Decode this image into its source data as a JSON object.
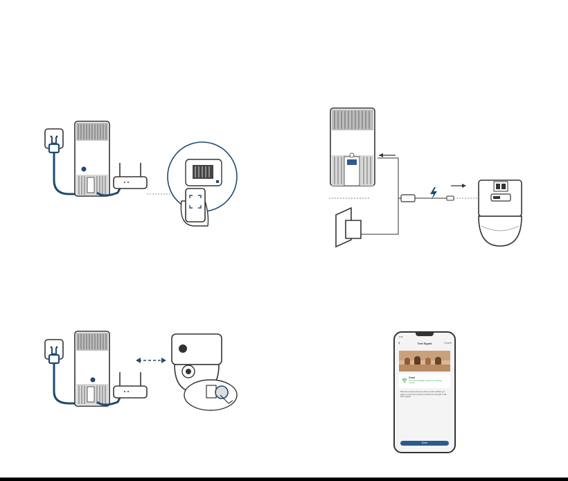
{
  "colors": {
    "cable": "#1e4a72",
    "line": "#333333",
    "light_gray": "#d8d8d8",
    "accent_blue": "#2d5a8e"
  },
  "icons": [
    "wall-outlet-icon",
    "power-adapter-icon",
    "router-icon",
    "base-station-icon",
    "smartphone-icon",
    "camera-icon",
    "lightning-icon",
    "usb-cable-icon"
  ],
  "phone": {
    "status_time": "9:41",
    "back_glyph": "‹",
    "title": "Test Signal",
    "cancel": "Cancel",
    "signal_label": "Good",
    "signal_desc": "The current location is good for mounting camera",
    "instructions": "Take the camera and your phone to the location you want to mount the camera to check the strength of the Wi-Fi signal.",
    "done_button": "Done"
  }
}
